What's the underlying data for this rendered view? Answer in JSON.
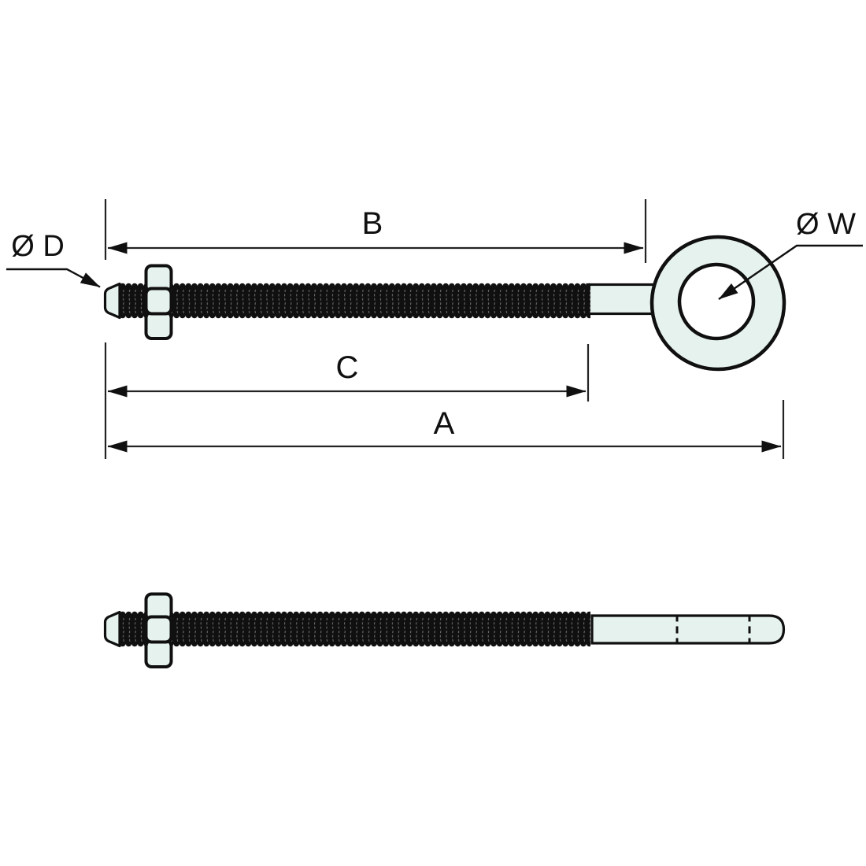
{
  "labels": {
    "overall_length": "A",
    "length_to_eye": "B",
    "thread_length": "C",
    "shank_diameter": "Ø D",
    "eye_inner_diameter": "Ø W"
  },
  "colors": {
    "line": "#101010",
    "dimension": "#232323",
    "fill_pale": "#e6f2ee",
    "background": "#ffffff"
  }
}
